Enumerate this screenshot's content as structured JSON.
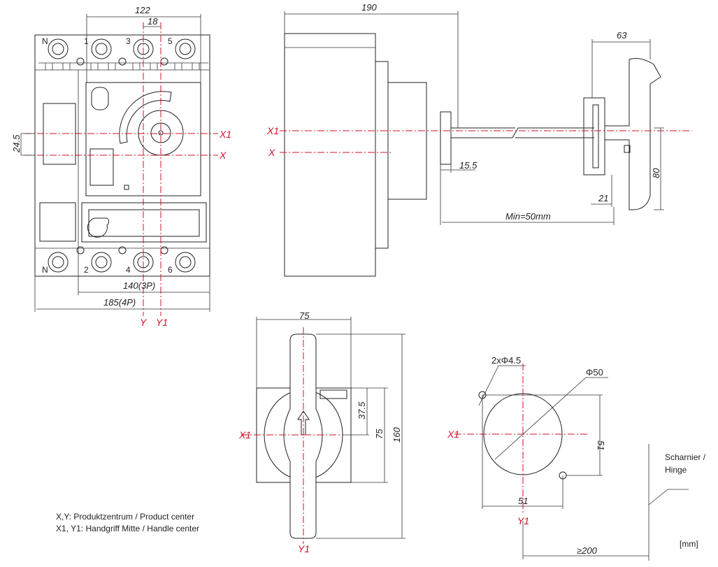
{
  "front_view": {
    "dim_width_inner": "122",
    "dim_offset": "18",
    "dim_vertical_offset": "24.5",
    "dim_3p": "140(3P)",
    "dim_4p": "185(4P)",
    "axis_x1": "X1",
    "axis_x": "X",
    "axis_y": "Y",
    "axis_y1": "Y1",
    "terminal_labels_top": [
      "N",
      "1",
      "3",
      "5"
    ],
    "terminal_labels_bottom": [
      "N",
      "2",
      "4",
      "6"
    ]
  },
  "side_view": {
    "dim_depth": "190",
    "dim_handle_depth": "63",
    "dim_handle_height": "80",
    "dim_21": "21",
    "dim_shaft": "15.5",
    "dim_min": "Min=50mm",
    "axis_x1": "X1",
    "axis_x": "X"
  },
  "handle_view": {
    "dim_width": "75",
    "dim_half": "37.5",
    "dim_plate_height": "75",
    "dim_total_height": "160",
    "axis_x1": "X1",
    "axis_y1": "Y1"
  },
  "cutout_view": {
    "holes_label": "2xΦ4.5",
    "diameter_label": "Φ50",
    "dim_vertical": "51",
    "dim_horizontal": "51",
    "dim_hinge": "≥200",
    "hinge_label_line1": "Scharnier /",
    "hinge_label_line2": "Hinge",
    "axis_x1": "X1",
    "axis_y1": "Y1"
  },
  "notes": {
    "line1": "X,Y: Produktzentrum / Product center",
    "line2": "X1, Y1: Handgriff Mitte / Handle center"
  },
  "unit": "[mm]",
  "colors": {
    "centerline": "#d0102a",
    "outline": "#222222"
  }
}
